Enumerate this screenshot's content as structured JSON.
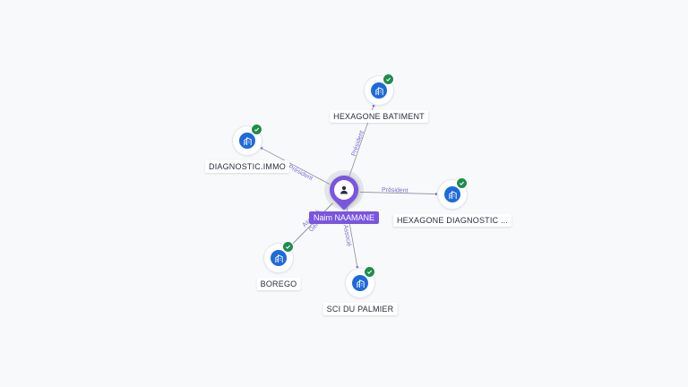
{
  "person": {
    "label": "Naim NAAMANE",
    "icon": "person-icon",
    "color": "#7a55e0"
  },
  "companies": [
    {
      "id": "hexagone-batiment",
      "label": "HEXAGONE BATIMENT",
      "icon": "building-icon",
      "verified": true
    },
    {
      "id": "diagnostic-immo",
      "label": "DIAGNOSTIC.IMMO",
      "icon": "building-icon",
      "verified": true
    },
    {
      "id": "hexagone-diagnostic",
      "label": "HEXAGONE DIAGNOSTIC ...",
      "icon": "building-icon",
      "verified": true
    },
    {
      "id": "borego",
      "label": "BOREGO",
      "icon": "building-icon",
      "verified": true
    },
    {
      "id": "sci-du-palmier",
      "label": "SCI DU PALMIER",
      "icon": "building-icon",
      "verified": true
    }
  ],
  "edges": [
    {
      "to": "hexagone-batiment",
      "label": "Président"
    },
    {
      "to": "diagnostic-immo",
      "label": "Président"
    },
    {
      "to": "hexagone-diagnostic",
      "label": "Président"
    },
    {
      "to": "borego",
      "label": "Gérant"
    },
    {
      "to": "borego",
      "label": "Associé"
    },
    {
      "to": "sci-du-palmier",
      "label": "Associé"
    }
  ],
  "colors": {
    "company": "#1e6ad8",
    "verified": "#1f8c4c",
    "edge_label": "#7d6bd6"
  }
}
